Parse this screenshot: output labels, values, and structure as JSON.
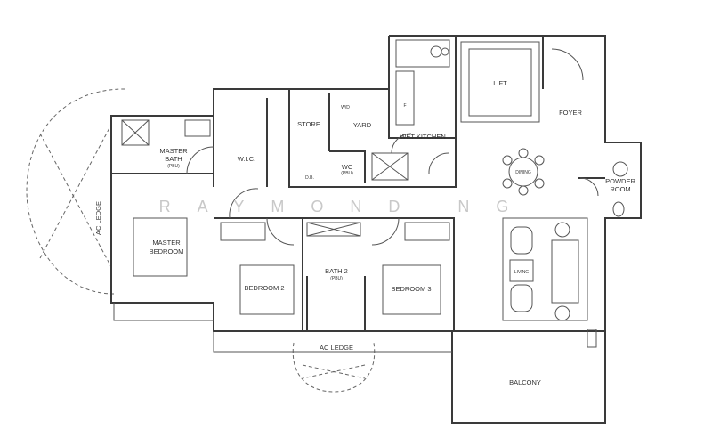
{
  "floor_plan": {
    "watermark": "RAYMOND NG",
    "rooms": {
      "master_bath": "MASTER",
      "master_bath_2": "BATH",
      "master_bath_note": "(PBU)",
      "wic": "W.I.C.",
      "store": "STORE",
      "wd": "W/D",
      "yard": "YARD",
      "wet_kitchen": "WET KITCHEN",
      "fridge": "F",
      "lift": "LIFT",
      "foyer": "FOYER",
      "dining": "DINING",
      "powder_room": "POWDER",
      "powder_room_2": "ROOM",
      "db": "D.B.",
      "wc": "WC",
      "wc_note": "(PBU)",
      "ac_ledge_left": "AC LEDGE",
      "master_bedroom": "MASTER",
      "master_bedroom_2": "BEDROOM",
      "bedroom2": "BEDROOM 2",
      "bath2": "BATH 2",
      "bath2_note": "(PBU)",
      "bedroom3": "BEDROOM 3",
      "living": "LIVING",
      "ac_ledge_bottom": "AC LEDGE",
      "balcony": "BALCONY"
    }
  }
}
